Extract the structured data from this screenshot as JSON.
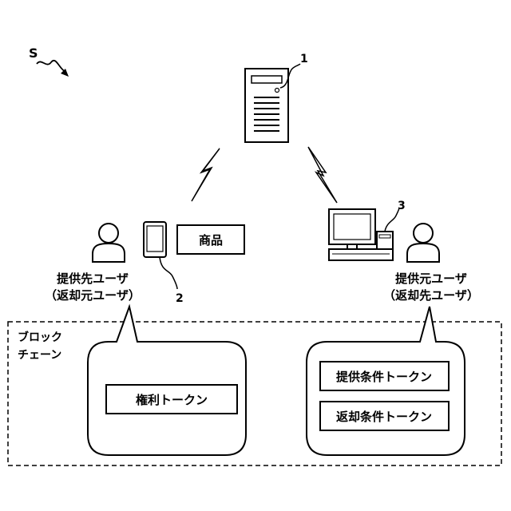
{
  "system_label": "S",
  "refs": {
    "server": "1",
    "terminal_left": "2",
    "terminal_right": "3"
  },
  "product_box": "商品",
  "left_user": {
    "line1": "提供先ユーザ",
    "line2": "（返却元ユーザ）"
  },
  "right_user": {
    "line1": "提供元ユーザ",
    "line2": "（返却先ユーザ）"
  },
  "blockchain": {
    "line1": "ブロック",
    "line2": "チェーン"
  },
  "tokens": {
    "rights": "権利トークン",
    "provision": "提供条件トークン",
    "return": "返却条件トークン"
  }
}
